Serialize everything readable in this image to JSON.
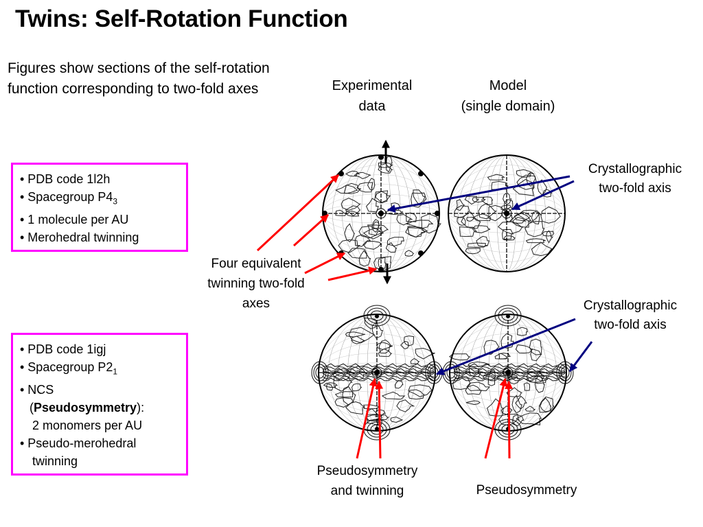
{
  "title": "Twins: Self-Rotation Function",
  "intro": "Figures show sections of the self-rotation function corresponding to two-fold axes",
  "box1": {
    "line1": "• PDB code 1l2h",
    "line2_prefix": "• Spacegroup P4",
    "line2_sub": "3",
    "line3": "• 1 molecule per AU",
    "line4": "• Merohedral twinning"
  },
  "box2": {
    "line1": "• PDB code 1igj",
    "line2_prefix": "• Spacegroup P2",
    "line2_sub": "1",
    "line3": "• NCS",
    "line4_open": "(",
    "line4_bold": "Pseudosymmetry",
    "line4_close": "):",
    "line5": "2 monomers per AU",
    "line6": "• Pseudo-merohedral",
    "line7": "twinning"
  },
  "headers": {
    "experimental_line1": "Experimental",
    "experimental_line2": "data",
    "model_line1": "Model",
    "model_line2": "(single domain)"
  },
  "labels": {
    "cryst_top_line1": "Crystallographic",
    "cryst_top_line2": "two-fold axis",
    "cryst_bottom_line1": "Crystallographic",
    "cryst_bottom_line2": "two-fold axis",
    "four_line1": "Four equivalent",
    "four_line2": "twinning two-fold",
    "four_line3": "axes",
    "pseudo_twin_line1": "Pseudosymmetry",
    "pseudo_twin_line2": "and twinning",
    "pseudo": "Pseudosymmetry"
  },
  "colors": {
    "box_border": "#ff00ff",
    "arrow_red": "#ff0000",
    "arrow_blue": "#000080"
  }
}
